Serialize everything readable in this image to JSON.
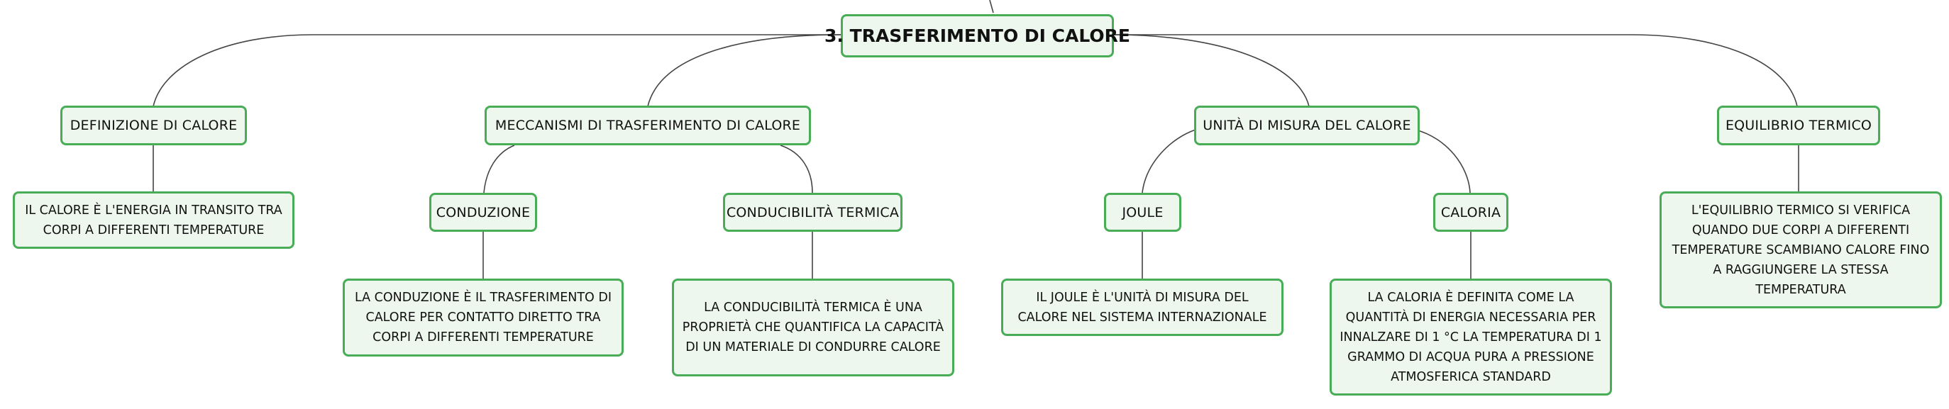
{
  "map": {
    "root": "3. TRASFERIMENTO DI CALORE",
    "branches": {
      "definizione": {
        "title": "DEFINIZIONE DI CALORE",
        "text": "IL CALORE È L'ENERGIA IN TRANSITO TRA CORPI A DIFFERENTI TEMPERATURE"
      },
      "meccanismi": {
        "title": "MECCANISMI DI TRASFERIMENTO DI CALORE",
        "conduzione": {
          "title": "CONDUZIONE",
          "text": "LA CONDUZIONE È IL TRASFERIMENTO DI CALORE PER CONTATTO DIRETTO TRA CORPI A DIFFERENTI TEMPERATURE"
        },
        "conducibilita": {
          "title": "CONDUCIBILITÀ TERMICA",
          "text": "LA CONDUCIBILITÀ TERMICA È UNA PROPRIETÀ CHE QUANTIFICA LA CAPACITÀ DI UN MATERIALE DI CONDURRE CALORE"
        }
      },
      "unita": {
        "title": "UNITÀ DI MISURA DEL CALORE",
        "joule": {
          "title": "JOULE",
          "text": "IL JOULE È L'UNITÀ DI MISURA DEL CALORE NEL SISTEMA INTERNAZIONALE"
        },
        "caloria": {
          "title": "CALORIA",
          "text": "LA CALORIA È DEFINITA COME LA QUANTITÀ DI ENERGIA NECESSARIA PER INNALZARE DI 1 °C LA TEMPERATURA DI 1 GRAMMO DI ACQUA PURA A PRESSIONE ATMOSFERICA STANDARD"
        }
      },
      "equilibrio": {
        "title": "EQUILIBRIO TERMICO",
        "text": "L'EQUILIBRIO TERMICO SI VERIFICA QUANDO DUE CORPI A DIFFERENTI TEMPERATURE SCAMBIANO CALORE FINO A RAGGIUNGERE LA STESSA TEMPERATURA"
      }
    }
  },
  "colors": {
    "node_border": "#49ad57",
    "node_fill": "#eef7ee",
    "connector": "#444444"
  }
}
